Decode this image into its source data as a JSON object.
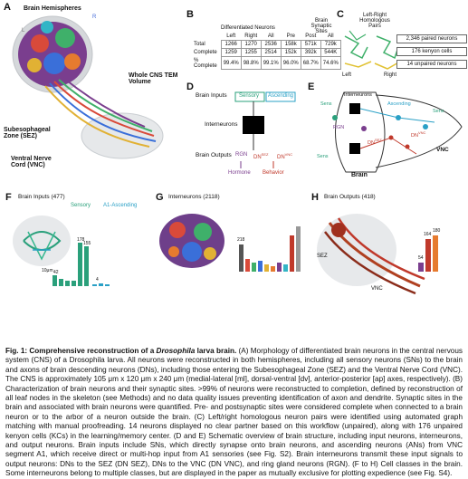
{
  "panel_labels": [
    "A",
    "B",
    "C",
    "D",
    "E",
    "F",
    "G",
    "H"
  ],
  "panel_a": {
    "title": "Brain Hemispheres",
    "orient_L": "L",
    "orient_R": "R",
    "label_volume": "Whole CNS TEM Volume",
    "label_sez": "Subesophageal Zone (SEZ)",
    "label_vnc": "Ventral Nerve Cord (VNC)"
  },
  "panel_b": {
    "group1": "Differentiated Neurons",
    "group2": "Brain Synaptic Sites",
    "columns": [
      "Left",
      "Right",
      "All",
      "Pre",
      "Post",
      "All"
    ],
    "rows": [
      {
        "label": "Total",
        "values": [
          "1266",
          "1270",
          "2536",
          "158k",
          "571k",
          "729k"
        ]
      },
      {
        "label": "Complete",
        "values": [
          "1259",
          "1255",
          "2514",
          "152k",
          "392k",
          "544K"
        ]
      },
      {
        "label": "% Complete",
        "values": [
          "99.4%",
          "98.8%",
          "99.1%",
          "96.0%",
          "68.7%",
          "74.6%"
        ]
      }
    ]
  },
  "panel_c": {
    "title": "Left-Right Homologous Pairs",
    "left": "Left",
    "right": "Right",
    "boxes": [
      "2,346 paired neurons",
      "176 kenyon cells",
      "14 unpaired neurons"
    ]
  },
  "panel_d": {
    "inputs_label": "Brain Inputs",
    "sensory": "Sensory",
    "ascending": "Ascending",
    "interneurons": "Interneurons",
    "outputs_label": "Brain Outputs",
    "rgn": "RGN",
    "dn_sez": "DN",
    "dn_sez_sup": "SEZ",
    "dn_vnc": "DN",
    "dn_vnc_sup": "VNC",
    "hormone": "Hormone",
    "behavior": "Behavior"
  },
  "panel_e": {
    "interneurons": "Interneurons",
    "sens_top": "Sens",
    "ascending": "Ascending",
    "sens_right": "Sens",
    "rgn": "RGN",
    "dn_sez": "DN",
    "dn_sez_sup": "SEZ",
    "dn_vnc": "DN",
    "dn_vnc_sup": "VNC",
    "vnc": "VNC",
    "brain": "Brain",
    "sens_left": "Sens"
  },
  "panel_f": {
    "title": "Brain Inputs (477)",
    "legend_sensory": "Sensory",
    "legend_ascending": "A1-Ascending",
    "scale": "10μm",
    "bar_values": [
      "42",
      "",
      "",
      "",
      "178",
      "155",
      "",
      "4",
      "",
      "",
      "",
      "",
      "",
      ""
    ]
  },
  "panel_g": {
    "title": "Interneurons (2118)",
    "bar_values": [
      "218",
      "",
      "",
      "",
      "",
      "",
      "",
      "",
      "",
      "",
      "",
      "",
      "",
      "",
      "",
      ""
    ]
  },
  "panel_h": {
    "title": "Brain Outputs (418)",
    "sez": "SEZ",
    "vnc": "VNC",
    "bar_values": [
      "54",
      "164",
      "180"
    ]
  },
  "caption": {
    "lead": "Fig. 1: Comprehensive reconstruction of a ",
    "lead_it": "Drosophila",
    "lead_end": " larva brain.",
    "body": " (A) Morphology of differentiated brain neurons in the central nervous system (CNS) of a Drosophila larva. All neurons were reconstructed in both hemispheres, including all sensory neurons (SNs) to the brain and axons of brain descending neurons (DNs), including those entering the Subesophageal Zone (SEZ) and the Ventral Nerve Cord (VNC). The CNS is approximately 105 μm x 120 μm x 240 μm (medial-lateral [ml], dorsal-ventral [dv], anterior-posterior [ap] axes, respectively). (B) Characterization of brain neurons and their synaptic sites. >99% of neurons were reconstructed to completion, defined by reconstruction of all leaf nodes in the skeleton (see Methods) and no data quality issues preventing identification of axon and dendrite. Synaptic sites in the brain and associated with brain neurons were quantified. Pre- and postsynaptic sites were considered complete when connected to a brain neuron or to the arbor of a neuron outside the brain. (C) Left/right homologous neuron pairs were identified using automated graph matching with manual proofreading. 14 neurons displayed no clear partner based on this workflow (unpaired), along with 176 unpaired kenyon cells (KCs) in the learning/memory center. (D and E) Schematic overview of brain structure, including input neurons, interneurons, and output neurons. Brain inputs include SNs, which directly synapse onto brain neurons, and ascending neurons (ANs) from VNC segment A1, which receive direct or multi-hop input from A1 sensories (see Fig. S2). Brain interneurons transmit these input signals to output neurons: DNs to the SEZ (DN SEZ), DNs to the VNC (DN VNC), and ring gland neurons (RGN). (F to H) Cell classes in the brain. Some interneurons belong to multiple classes, but are displayed in the paper as mutually exclusive for plotting expedience (see Fig. S4)."
  }
}
